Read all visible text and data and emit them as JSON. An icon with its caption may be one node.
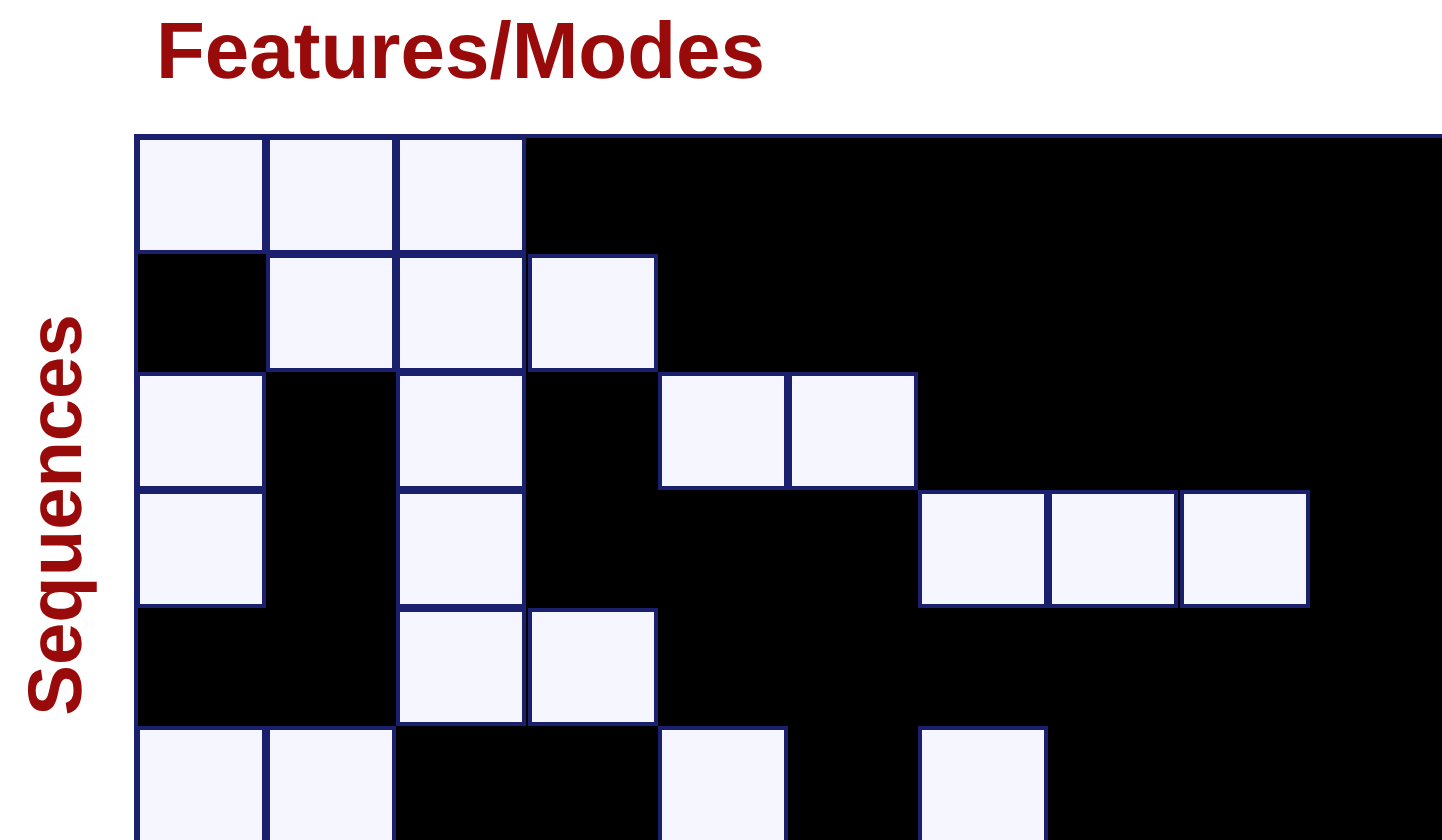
{
  "diagram": {
    "title": "Features/Modes",
    "nodes": [
      {
        "text": [],
        "shape": "box"
      },
      {
        "text": [],
        "shape": "box"
      },
      {
        "text": [],
        "shape": "box"
      },
      {
        "text": [],
        "shape": "box"
      },
      {
        "text": [],
        "shape": "box"
      },
      {
        "text": [],
        "shape": "box"
      },
      {
        "text": [],
        "shape": "box"
      },
      {
        "text": [],
        "shape": "box"
      },
      {
        "text": [],
        "shape": "box"
      },
      {
        "text": [],
        "shape": "box"
      },
      {
        "text": [],
        "shape": "box"
      },
      {
        "text": [],
        "shape": "box"
      },
      {
        "text": [],
        "shape": "box"
      },
      {
        "text": [],
        "shape": "box"
      },
      {
        "text": [],
        "shape": "box"
      },
      {
        "text": [],
        "shape": "box"
      },
      {
        "text": [],
        "shape": "box"
      },
      {
        "text": [],
        "shape": "box"
      },
      {
        "text": [],
        "shape": "box"
      },
      {
        "text": [],
        "shape": "box"
      },
      {
        "text": [],
        "shape": "box"
      }
    ],
    "labels": [
      "Sequences"
    ]
  }
}
